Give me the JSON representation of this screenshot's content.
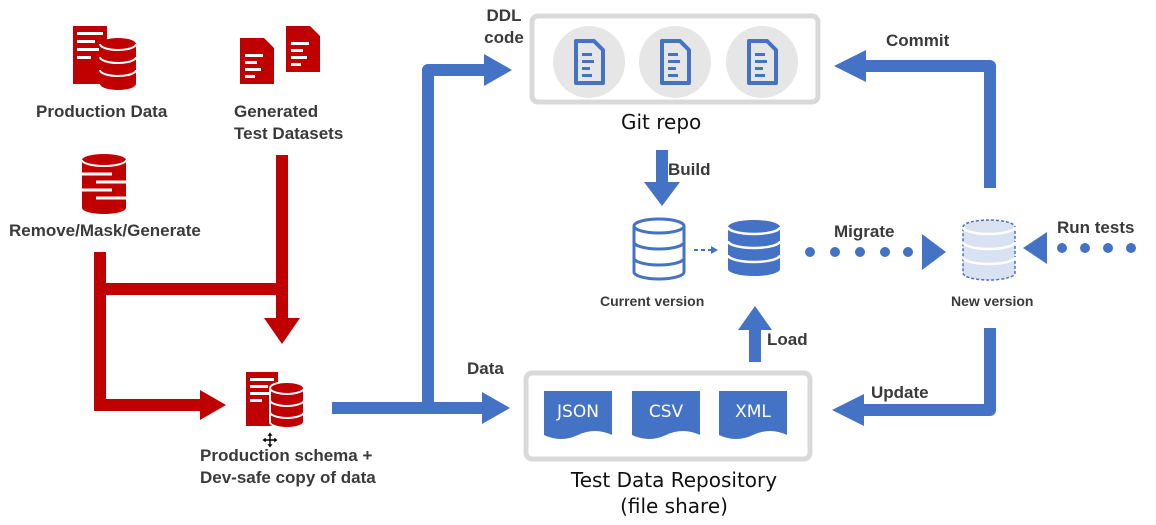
{
  "colors": {
    "red": "#c00000",
    "blue": "#4472c4",
    "light_blue": "#d9e2f3",
    "icon_circle": "#e6e6e6",
    "box_border": "#d9d9d9",
    "text": "#3a3a3a"
  },
  "labels": {
    "production_data": "Production Data",
    "generated_datasets": [
      "Generated",
      "Test Datasets"
    ],
    "remove_mask": "Remove/Mask/Generate",
    "prod_schema": [
      "Production schema +",
      "Dev-safe copy of data"
    ],
    "ddl_code": [
      "DDL",
      "code"
    ],
    "data": "Data",
    "git_repo": "Git repo",
    "build": "Build",
    "commit": "Commit",
    "current_version": "Current version",
    "migrate": "Migrate",
    "new_version": "New version",
    "run_tests": "Run tests",
    "load": "Load",
    "update": "Update",
    "test_data_repo": [
      "Test Data Repository",
      "(file share)"
    ]
  },
  "file_formats": [
    "JSON",
    "CSV",
    "XML"
  ],
  "icons": {
    "production_data": "database-document-icon",
    "generated_datasets": "documents-icon",
    "remove_mask": "masked-database-icon",
    "prod_schema": "database-document-icon",
    "git_files": "document-icon",
    "current_version": "database-outline-icon",
    "db": "database-icon",
    "new_version": "database-dashed-icon"
  }
}
